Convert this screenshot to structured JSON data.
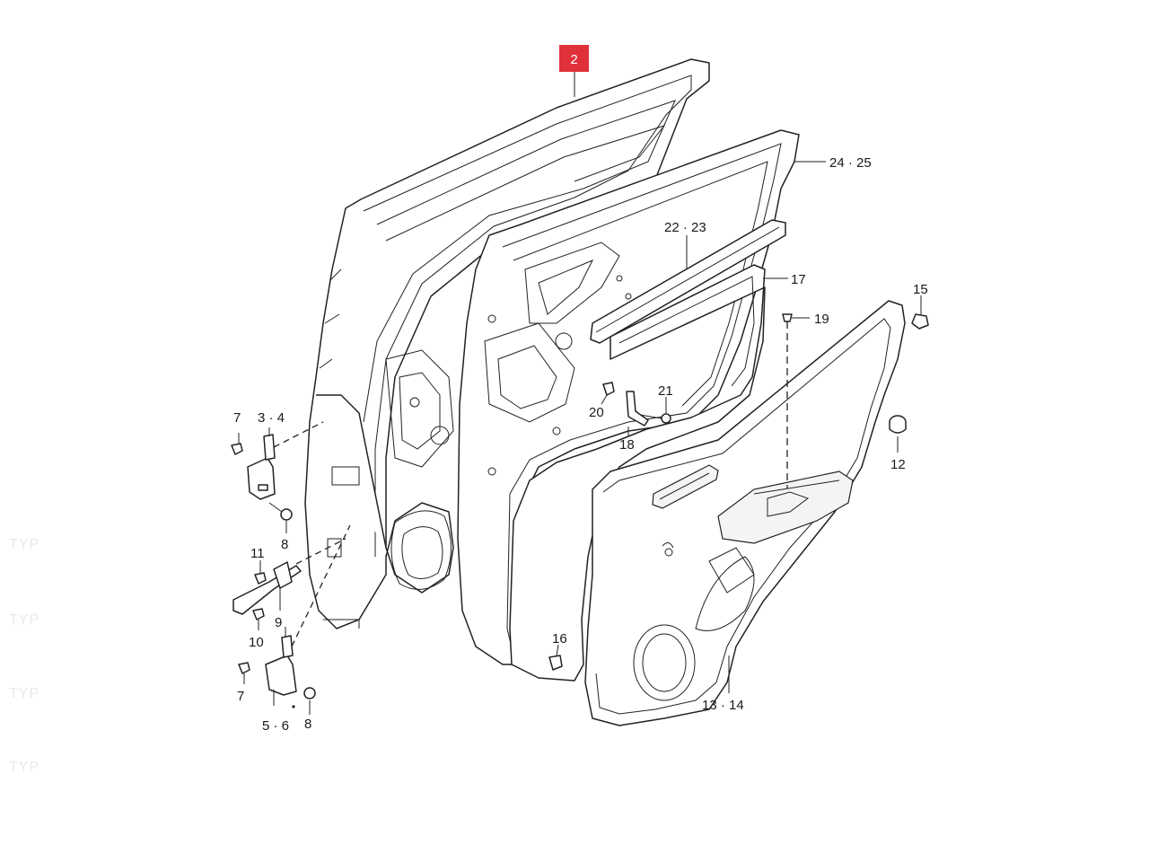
{
  "diagram": {
    "highlight_label": "2",
    "highlight_color": "#e0303a",
    "callouts": {
      "p2": "2",
      "p24_25": "24 · 25",
      "p22_23": "22 · 23",
      "p17": "17",
      "p15": "15",
      "p19": "19",
      "p21": "21",
      "p20": "20",
      "p18": "18",
      "p12": "12",
      "p16": "16",
      "p13_14": "13 · 14",
      "p7a": "7",
      "p3_4": "3 · 4",
      "p8a": "8",
      "p11": "11",
      "p9": "9",
      "p10": "10",
      "p7b": "7",
      "p5_6": "5 · 6",
      "p8b": "8"
    },
    "faded_side_labels": [
      "TYP",
      "TYP",
      "TYP",
      "TYP"
    ]
  }
}
